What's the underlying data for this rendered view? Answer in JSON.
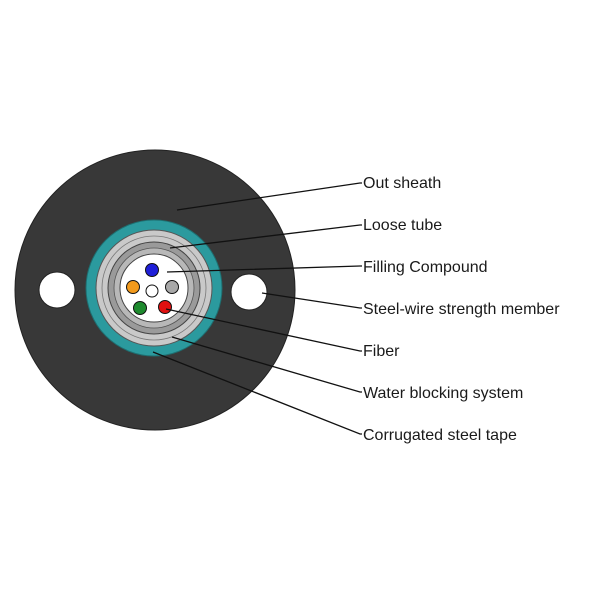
{
  "labels": {
    "out_sheath": "Out sheath",
    "loose_tube": "Loose tube",
    "filling_compound": "Filling Compound",
    "steel_wire": "Steel-wire strength member",
    "fiber": "Fiber",
    "water_blocking": "Water blocking system",
    "corrugated_tape": "Corrugated steel tape"
  },
  "colors": {
    "sheath": "#383838",
    "water_blocking_ring": "#2b9a9e",
    "steel_tape": "#c9c9c9",
    "loose_tube": "#9a9a9a",
    "fiber_blue": "#1f1fd8",
    "fiber_orange": "#f29a1c",
    "fiber_gray": "#a8a8a8",
    "fiber_green": "#1e8a2e",
    "fiber_red": "#e01010"
  }
}
